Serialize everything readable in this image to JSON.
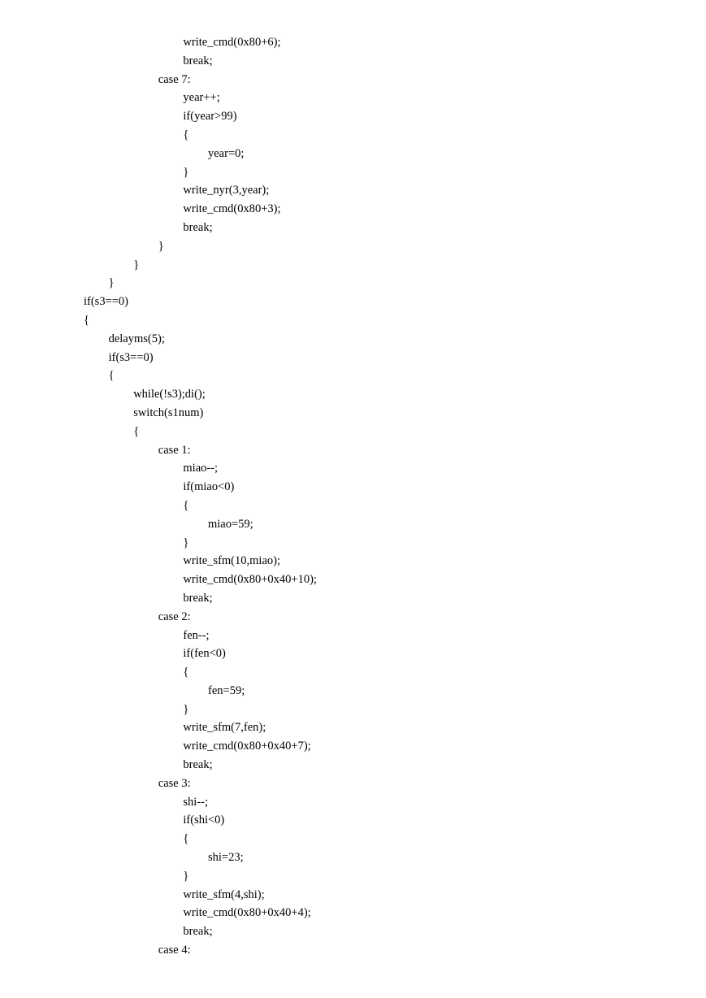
{
  "document": {
    "lines": [
      {
        "indent": 4,
        "text": "write_cmd(0x80+6);"
      },
      {
        "indent": 4,
        "text": "break;"
      },
      {
        "indent": 3,
        "text": "case 7:"
      },
      {
        "indent": 4,
        "text": "year++;"
      },
      {
        "indent": 4,
        "text": "if(year>99)"
      },
      {
        "indent": 4,
        "text": "{"
      },
      {
        "indent": 5,
        "text": "year=0;"
      },
      {
        "indent": 4,
        "text": "}"
      },
      {
        "indent": 4,
        "text": "write_nyr(3,year);"
      },
      {
        "indent": 4,
        "text": "write_cmd(0x80+3);"
      },
      {
        "indent": 4,
        "text": "break;"
      },
      {
        "indent": 3,
        "text": "}"
      },
      {
        "indent": 2,
        "text": "}"
      },
      {
        "indent": 1,
        "text": "}"
      },
      {
        "indent": 0,
        "text": "if(s3==0)"
      },
      {
        "indent": 0,
        "text": "{"
      },
      {
        "indent": 1,
        "text": "delayms(5);"
      },
      {
        "indent": 1,
        "text": "if(s3==0)"
      },
      {
        "indent": 1,
        "text": "{"
      },
      {
        "indent": 2,
        "text": "while(!s3);di();"
      },
      {
        "indent": 2,
        "text": "switch(s1num)"
      },
      {
        "indent": 2,
        "text": "{"
      },
      {
        "indent": 3,
        "text": "case 1:"
      },
      {
        "indent": 4,
        "text": "miao--;"
      },
      {
        "indent": 4,
        "text": "if(miao<0)"
      },
      {
        "indent": 4,
        "text": "{"
      },
      {
        "indent": 5,
        "text": "miao=59;"
      },
      {
        "indent": 4,
        "text": "}"
      },
      {
        "indent": 4,
        "text": "write_sfm(10,miao);"
      },
      {
        "indent": 4,
        "text": "write_cmd(0x80+0x40+10);"
      },
      {
        "indent": 4,
        "text": "break;"
      },
      {
        "indent": 3,
        "text": "case 2:"
      },
      {
        "indent": 4,
        "text": "fen--;"
      },
      {
        "indent": 4,
        "text": "if(fen<0)"
      },
      {
        "indent": 4,
        "text": "{"
      },
      {
        "indent": 5,
        "text": "fen=59;"
      },
      {
        "indent": 4,
        "text": "}"
      },
      {
        "indent": 4,
        "text": "write_sfm(7,fen);"
      },
      {
        "indent": 4,
        "text": "write_cmd(0x80+0x40+7);"
      },
      {
        "indent": 4,
        "text": "break;"
      },
      {
        "indent": 3,
        "text": "case 3:"
      },
      {
        "indent": 4,
        "text": "shi--;"
      },
      {
        "indent": 4,
        "text": "if(shi<0)"
      },
      {
        "indent": 4,
        "text": "{"
      },
      {
        "indent": 5,
        "text": "shi=23;"
      },
      {
        "indent": 4,
        "text": "}"
      },
      {
        "indent": 4,
        "text": "write_sfm(4,shi);"
      },
      {
        "indent": 4,
        "text": "write_cmd(0x80+0x40+4);"
      },
      {
        "indent": 4,
        "text": "break;"
      },
      {
        "indent": 3,
        "text": "case 4:"
      }
    ]
  }
}
